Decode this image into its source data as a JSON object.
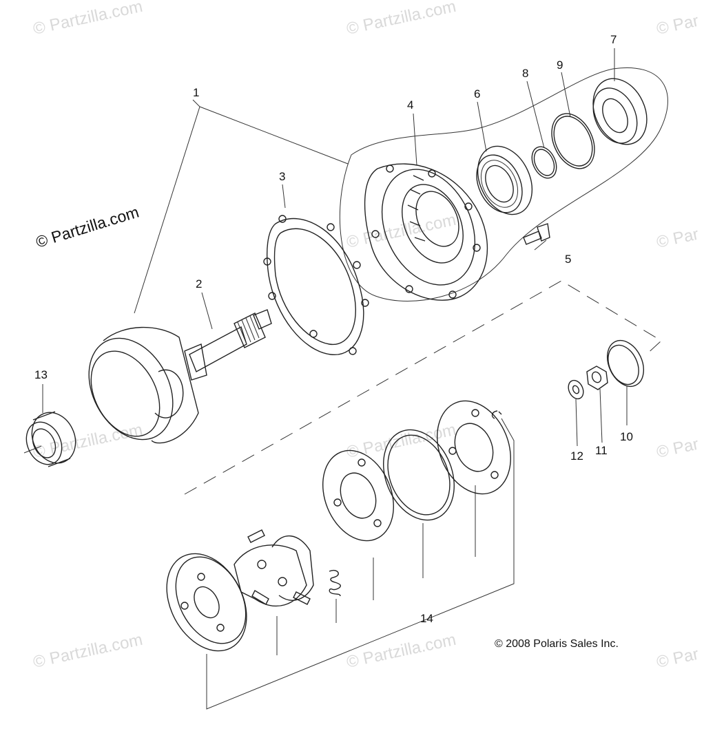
{
  "diagram": {
    "copyright": "© 2008 Polaris Sales Inc.",
    "watermark_main": "© Partzilla.com",
    "watermark_faint": "© Partzilla.com",
    "watermark_edge": "© Par",
    "callouts": [
      "1",
      "2",
      "3",
      "4",
      "5",
      "6",
      "7",
      "8",
      "9",
      "10",
      "11",
      "12",
      "13",
      "14"
    ]
  }
}
